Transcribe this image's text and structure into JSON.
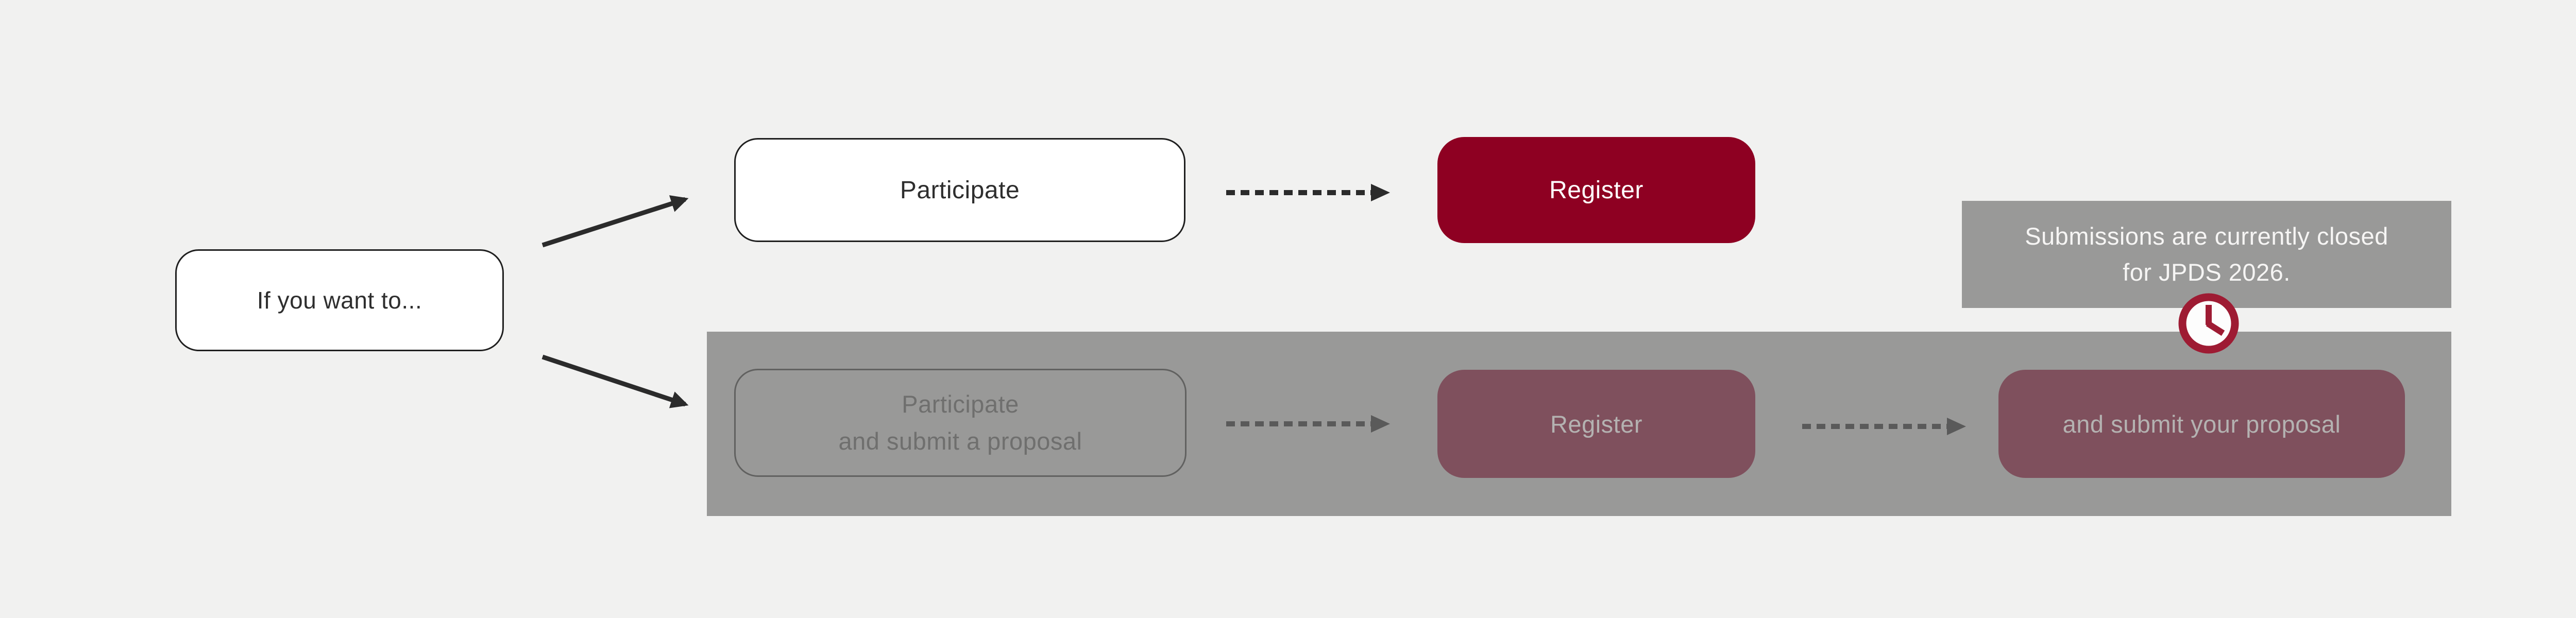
{
  "palette": {
    "background": "#f1f1f0",
    "node_background": "#ffffff",
    "node_border": "#1f1f1f",
    "text_dark": "#2e2e2e",
    "accent_red": "#8e0022",
    "accent_red_text": "#ffffff",
    "disabled_panel": "#999998",
    "disabled_node_border": "#616160",
    "disabled_node_text": "#6f6f6e",
    "disabled_button": "#7f505d",
    "disabled_button_text": "#b4b2b1",
    "banner_background": "#999998",
    "banner_text": "#f6f5f4",
    "arrow_dark": "#2b2b2b",
    "arrow_muted": "#5a5a5a",
    "clock_red": "#9e1b33"
  },
  "icons": {
    "clock": "clock-icon",
    "solid_arrow": "arrow-icon",
    "dashed_arrow": "dashed-arrow-icon"
  },
  "flow": {
    "root": {
      "label": "If you want to..."
    },
    "active_path": {
      "participate": {
        "label": "Participate"
      },
      "register": {
        "label": "Register"
      }
    },
    "disabled_path": {
      "participate": {
        "label_line1": "Participate",
        "label_line2": "and submit a proposal"
      },
      "register": {
        "label": "Register"
      },
      "submit": {
        "label": "and submit your proposal"
      }
    },
    "notice": {
      "line1": "Submissions are currently closed",
      "line2": "for JPDS 2026."
    }
  }
}
